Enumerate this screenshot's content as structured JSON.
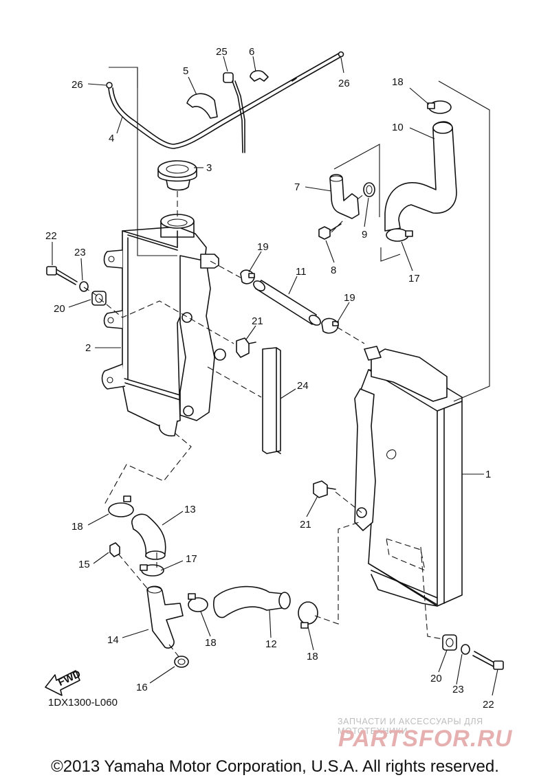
{
  "diagram": {
    "code": "1DX1300-L060",
    "copyright": "©2013 Yamaha Motor Corporation, U.S.A. All rights reserved.",
    "fwd_label": "FWD",
    "watermark": {
      "line1": "ЗАПЧАСТИ И АКСЕССУАРЫ ДЛЯ МОТОТЕХНИКИ",
      "logo": "PARTSFOR.RU"
    },
    "callouts": {
      "c26a": "26",
      "c25": "25",
      "c6": "6",
      "c26b": "26",
      "c5": "5",
      "c4": "4",
      "c3": "3",
      "c18a": "18",
      "c10": "10",
      "c7": "7",
      "c9": "9",
      "c8": "8",
      "c17a": "17",
      "c22a": "22",
      "c23a": "23",
      "c19a": "19",
      "c11": "11",
      "c19b": "19",
      "c20a": "20",
      "c21a": "21",
      "c2": "2",
      "c24": "24",
      "c1": "1",
      "c21b": "21",
      "c13": "13",
      "c18b": "18",
      "c15": "15",
      "c17b": "17",
      "c14": "14",
      "c18c": "18",
      "c12": "12",
      "c18d": "18",
      "c16": "16",
      "c20b": "20",
      "c23b": "23",
      "c22b": "22"
    }
  }
}
